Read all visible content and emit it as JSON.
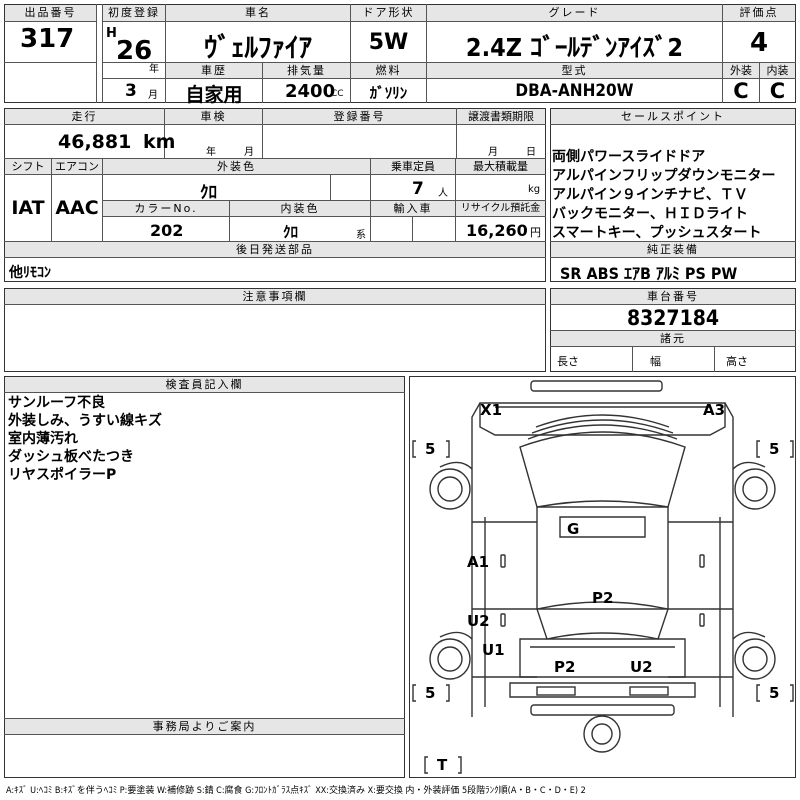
{
  "top": {
    "h_lot": "出品番号",
    "lot": "317",
    "h_first_reg": "初度登録",
    "era": "H",
    "year": "26",
    "year_unit": "年",
    "month": "3",
    "month_unit": "月",
    "h_car_name": "車名",
    "car_name": "ｳﾞｪﾙﾌｧｲｱ",
    "h_door": "ドア形状",
    "door": "5W",
    "h_grade": "グレード",
    "grade": "2.4Z ｺﾞｰﾙﾃﾞﾝｱｲｽﾞ2",
    "h_score": "評価点",
    "score": "4",
    "h_history": "車歴",
    "history": "自家用",
    "h_displacement": "排気量",
    "displacement": "2400",
    "displacement_unit": "CC",
    "h_fuel": "燃料",
    "fuel": "ｶﾞｿﾘﾝ",
    "h_model": "型式",
    "model": "DBA-ANH20W",
    "h_exterior": "外装",
    "exterior": "C",
    "h_interior": "内装",
    "interior": "C"
  },
  "row2": {
    "h_mileage": "走行",
    "mileage": "46,881",
    "mileage_unit": "km",
    "h_inspection": "車検",
    "insp_year": "年",
    "insp_month": "月",
    "h_reg_no": "登録番号",
    "h_transfer": "譲渡書類期限",
    "tr_month": "月",
    "tr_day": "日",
    "h_sales_point": "セールスポイント",
    "sales_points": [
      "両側パワースライドドア",
      "アルパインフリップダウンモニター",
      "アルパイン９インチナビ、ＴＶ",
      "バックモニター、ＨＩＤライト",
      "スマートキー、プッシュスタート"
    ]
  },
  "row3": {
    "h_shift": "シフト",
    "shift": "IAT",
    "h_ac": "エアコン",
    "ac": "AAC",
    "h_ext_color": "外装色",
    "ext_color": "ｸﾛ",
    "h_capacity": "乗車定員",
    "capacity": "7",
    "capacity_unit": "人",
    "h_max_load": "最大積載量",
    "max_load_unit": "kg",
    "h_color_no": "カラーNo.",
    "color_no": "202",
    "h_int_color": "内装色",
    "int_color": "ｸﾛ",
    "int_color_unit": "系",
    "h_import": "輸入車",
    "h_recycle": "リサイクル預託金",
    "recycle": "16,260",
    "recycle_unit": "円",
    "h_later_parts": "後日発送部品",
    "later_parts": "他ﾘﾓｺﾝ",
    "h_genuine": "純正装備",
    "genuine": "SR  ABS  ｴｱB  ｱﾙﾐ  PS  PW"
  },
  "notes": {
    "h_caution": "注意事項欄",
    "h_chassis": "車台番号",
    "chassis": "8327184",
    "h_specs": "諸元",
    "length": "長さ",
    "width": "幅",
    "height": "高さ"
  },
  "inspector": {
    "h_comments": "検査員記入欄",
    "comments": [
      "サンルーフ不良",
      "外装しみ、うすい線キズ",
      "室内薄汚れ",
      "ダッシュ板べたつき",
      "リヤスポイラーP"
    ],
    "h_office": "事務局よりご案内"
  },
  "diagram": {
    "tl": "X1",
    "tr": "A3",
    "g": "G",
    "a1": "A1",
    "u2l": "U2",
    "u1": "U1",
    "p2c": "P2",
    "p2r": "P2",
    "u2r": "U2",
    "t_fl": "5",
    "t_fr": "5",
    "t_rl": "5",
    "t_rr": "5",
    "spare": "T"
  },
  "legend": "A:ｷｽﾞ  U:ﾍｺﾐ  B:ｷｽﾞを伴うﾍｺﾐ  P:要塗装  W:補修跡  S:錆  C:腐食  G:ﾌﾛﾝﾄｶﾞﾗｽ点ｷｽﾞ  XX:交換済み  X:要交換   内・外装評価  5段階ﾗﾝｸ順(A・B・C・D・E) 2"
}
